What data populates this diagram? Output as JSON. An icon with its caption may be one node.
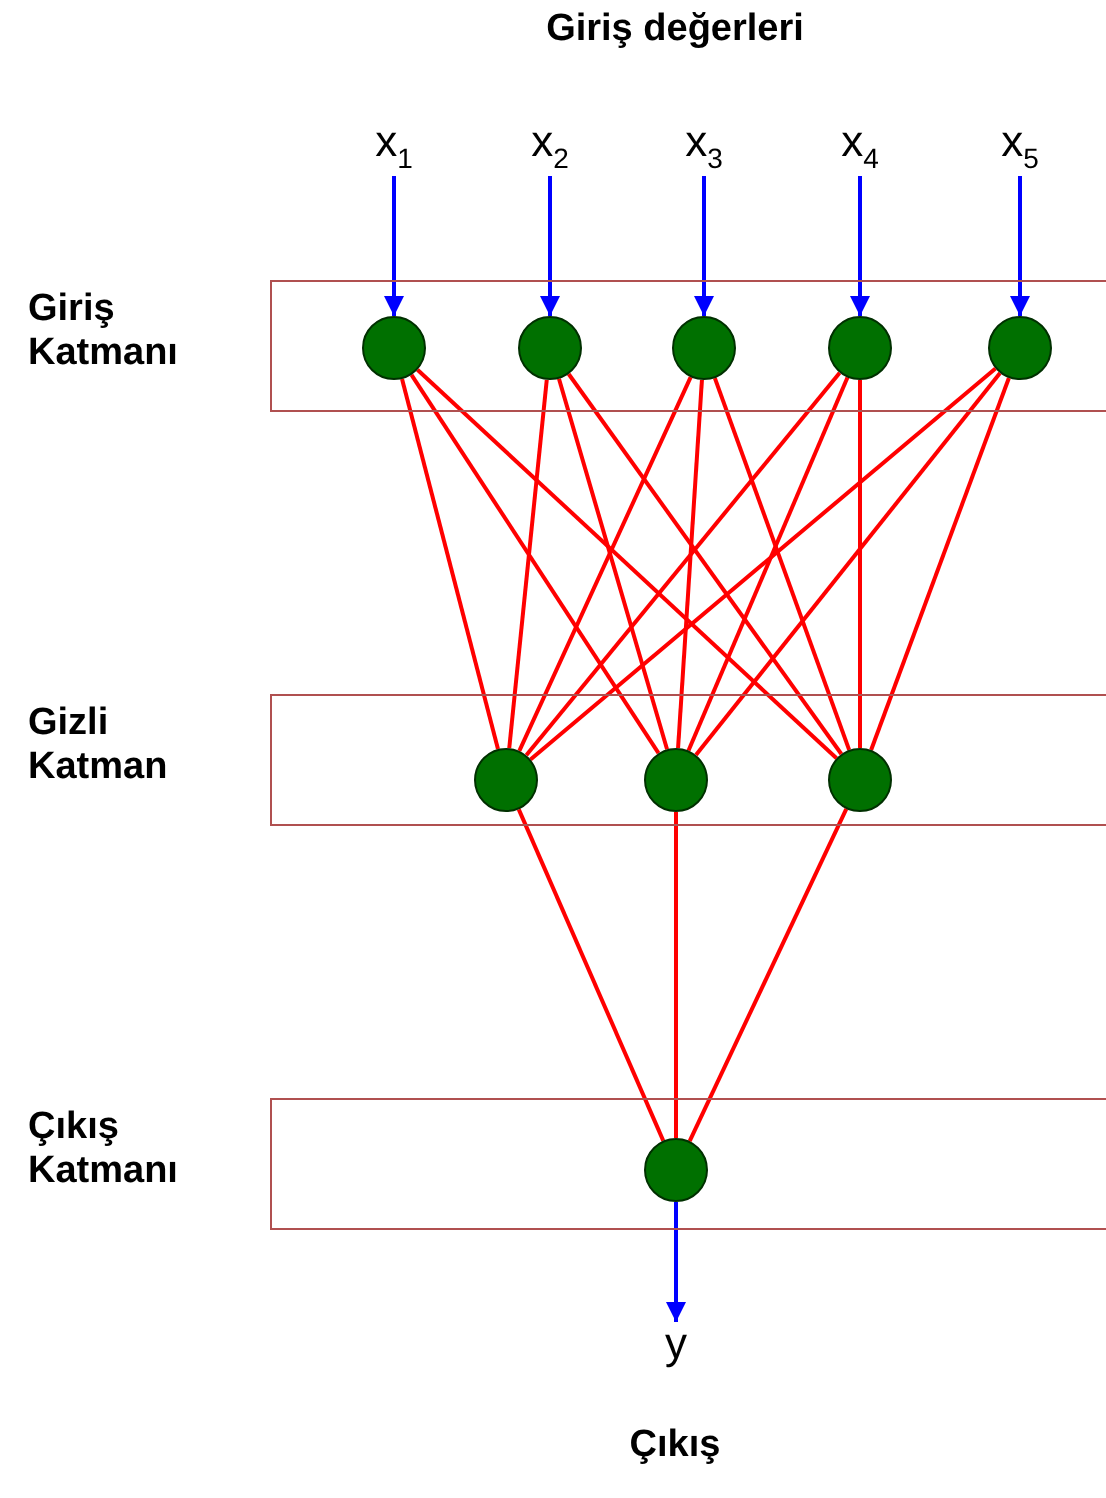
{
  "diagram": {
    "title": "Giriş değerleri",
    "caption": "Çıkış",
    "nodes": [
      {
        "text": [
          "Giriş Katmanı"
        ]
      },
      {
        "text": [],
        "shape": "circle",
        "in": 0
      },
      {
        "text": [],
        "shape": "circle",
        "in": 0
      },
      {
        "text": [],
        "shape": "circle",
        "in": 0
      },
      {
        "text": [],
        "shape": "circle",
        "in": 0
      },
      {
        "text": [],
        "shape": "circle",
        "in": 0
      },
      {
        "text": [
          "Gizli Katman"
        ]
      },
      {
        "text": [],
        "shape": "circle",
        "in": 6
      },
      {
        "text": [],
        "shape": "circle",
        "in": 6
      },
      {
        "text": [],
        "shape": "circle",
        "in": 6
      },
      {
        "text": [
          "Çıkış Katmanı"
        ]
      },
      {
        "text": [],
        "shape": "circle",
        "in": 10
      },
      {
        "text": [
          "x$_{1}$"
        ]
      },
      {
        "text": [
          "x$_{2}$"
        ]
      },
      {
        "text": [
          "x$_{3}$"
        ]
      },
      {
        "text": [
          "x$_{4}$"
        ]
      },
      {
        "text": [
          "x$_{5}$"
        ]
      },
      {
        "text": [
          "y"
        ]
      }
    ],
    "edges": [
      {
        "from": 12,
        "to": 1,
        "arrow": "to",
        "color": "#0000ff"
      },
      {
        "from": 13,
        "to": 2,
        "arrow": "to",
        "color": "#0000ff"
      },
      {
        "from": 14,
        "to": 3,
        "arrow": "to",
        "color": "#0000ff"
      },
      {
        "from": 15,
        "to": 4,
        "arrow": "to",
        "color": "#0000ff"
      },
      {
        "from": 16,
        "to": 5,
        "arrow": "to",
        "color": "#0000ff"
      },
      {
        "from": 1,
        "to": 7,
        "arrow": "none"
      },
      {
        "from": 1,
        "to": 8,
        "arrow": "none"
      },
      {
        "from": 1,
        "to": 9,
        "arrow": "none"
      },
      {
        "from": 2,
        "to": 7,
        "arrow": "none"
      },
      {
        "from": 2,
        "to": 8,
        "arrow": "none"
      },
      {
        "from": 2,
        "to": 9,
        "arrow": "none"
      },
      {
        "from": 3,
        "to": 7,
        "arrow": "none"
      },
      {
        "from": 3,
        "to": 8,
        "arrow": "none"
      },
      {
        "from": 3,
        "to": 9,
        "arrow": "none"
      },
      {
        "from": 4,
        "to": 7,
        "arrow": "none"
      },
      {
        "from": 4,
        "to": 8,
        "arrow": "none"
      },
      {
        "from": 4,
        "to": 9,
        "arrow": "none"
      },
      {
        "from": 5,
        "to": 7,
        "arrow": "none"
      },
      {
        "from": 5,
        "to": 8,
        "arrow": "none"
      },
      {
        "from": 5,
        "to": 9,
        "arrow": "none"
      },
      {
        "from": 7,
        "to": 11,
        "arrow": "none"
      },
      {
        "from": 8,
        "to": 11,
        "arrow": "none"
      },
      {
        "from": 9,
        "to": 11,
        "arrow": "none"
      },
      {
        "from": 11,
        "to": 17,
        "arrow": "to",
        "color": "#0000ff"
      }
    ]
  }
}
